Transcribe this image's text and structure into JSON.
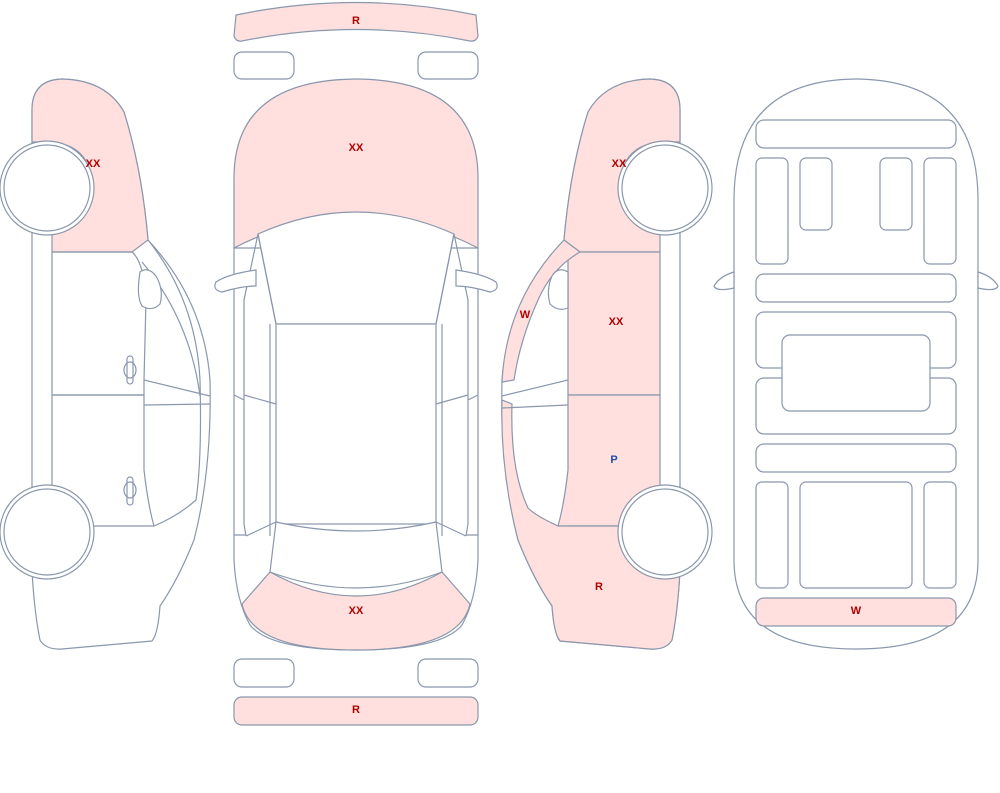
{
  "colors": {
    "damaged_fill": "#ffe0de",
    "outline": "#8a97ad",
    "label_red": "#b00000",
    "label_blue": "#1a4fa8"
  },
  "labels": {
    "front_bumper": "R",
    "hood": "XX",
    "rear_deck": "XX",
    "rear_bumper": "R",
    "left_front_fender": "XX",
    "right_front_fender": "XX",
    "right_front_door": "XX",
    "right_rear_door": "P",
    "right_quarter_panel": "R",
    "right_pillar": "W",
    "underbody_rear": "W"
  }
}
